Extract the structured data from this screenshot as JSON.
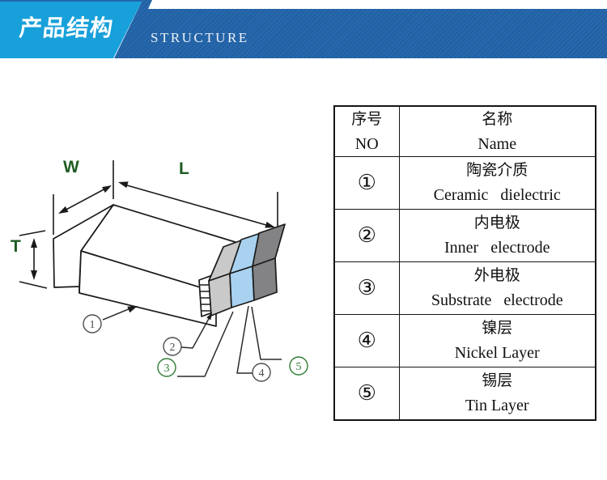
{
  "header": {
    "title": "产品结构",
    "subtitle": "STRUCTURE",
    "colors": {
      "ribbon": "#18a0da",
      "ribbon_top_line": "#1f67ac",
      "band": "#2365ab"
    }
  },
  "diagram": {
    "labels": {
      "width": "W",
      "length": "L",
      "thickness": "T"
    },
    "label_color": "#1e5c21",
    "callouts": [
      {
        "digit": "1",
        "color": "#4d4d4d"
      },
      {
        "digit": "2",
        "color": "#4d4d4d"
      },
      {
        "digit": "3",
        "color": "#2e7d32"
      },
      {
        "digit": "4",
        "color": "#4d4d4d"
      },
      {
        "digit": "5",
        "color": "#2e7d32"
      }
    ],
    "layer_colors": {
      "substrate_electrode": "#c9c9c9",
      "nickel_layer": "#a8d2f0",
      "tin_layer": "#838386"
    }
  },
  "table": {
    "header": {
      "no_cn": "序号",
      "no_en": "NO",
      "name_cn": "名称",
      "name_en": "Name"
    },
    "rows": [
      {
        "no": "①",
        "cn": "陶瓷介质",
        "en": "Ceramic   dielectric"
      },
      {
        "no": "②",
        "cn": "内电极",
        "en": "Inner   electrode"
      },
      {
        "no": "③",
        "cn": "外电极",
        "en": "Substrate   electrode"
      },
      {
        "no": "④",
        "cn": "镍层",
        "en": "Nickel Layer"
      },
      {
        "no": "⑤",
        "cn": "锡层",
        "en": "Tin Layer"
      }
    ]
  }
}
